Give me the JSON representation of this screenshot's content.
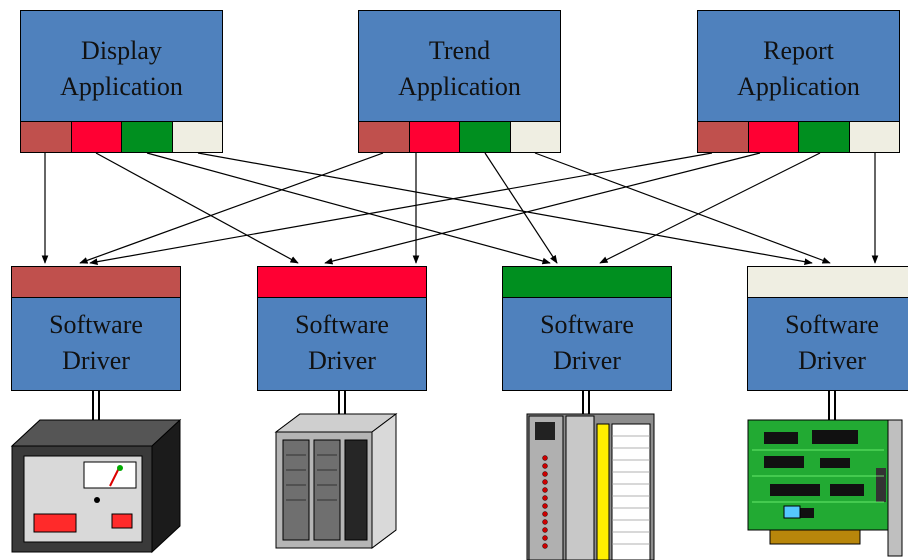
{
  "applications": [
    {
      "label": "Display\nApplication"
    },
    {
      "label": "Trend\nApplication"
    },
    {
      "label": "Report\nApplication"
    }
  ],
  "drivers": [
    {
      "label": "Software\nDriver",
      "color": "#c0504d"
    },
    {
      "label": "Software\nDriver",
      "color": "#ff0033"
    },
    {
      "label": "Software\nDriver",
      "color": "#008f1f"
    },
    {
      "label": "Software\nDriver",
      "color": "#efeee2"
    }
  ],
  "port_colors": [
    "#c0504d",
    "#ff0033",
    "#008f1f",
    "#efeee2"
  ],
  "devices": [
    {
      "icon": "panel-meter-icon"
    },
    {
      "icon": "plc-controller-icon"
    },
    {
      "icon": "io-module-icon"
    },
    {
      "icon": "interface-card-icon"
    }
  ]
}
